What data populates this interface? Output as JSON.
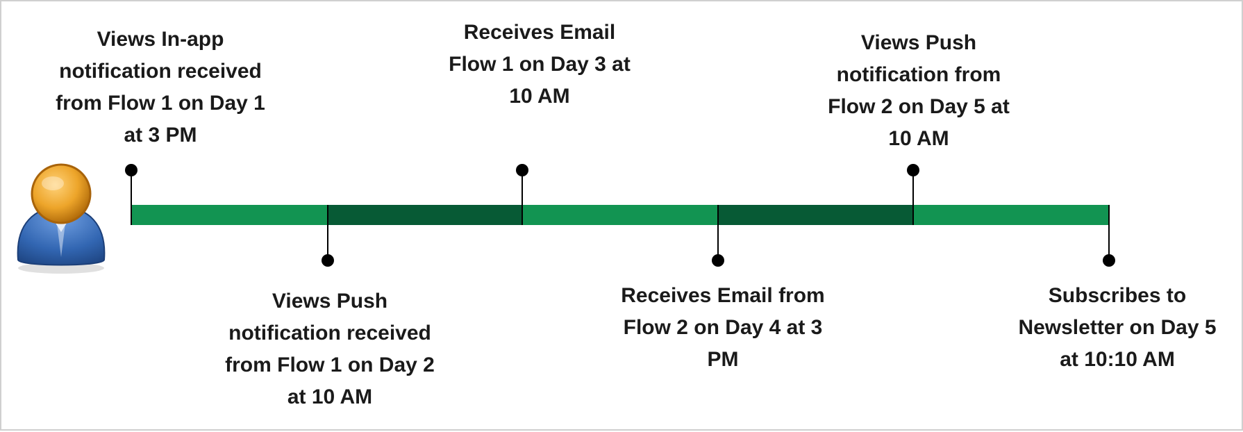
{
  "events": [
    {
      "id": "e1",
      "label": "Views In-app\nnotification received\nfrom Flow 1 on Day 1\nat 3 PM"
    },
    {
      "id": "e2",
      "label": "Views Push\nnotification received\nfrom Flow 1 on Day 2\nat 10 AM"
    },
    {
      "id": "e3",
      "label": "Receives Email\nFlow 1 on Day 3 at\n10 AM"
    },
    {
      "id": "e4",
      "label": "Receives Email from\nFlow 2 on Day 4 at 3\nPM"
    },
    {
      "id": "e5",
      "label": "Views  Push\nnotification from\nFlow 2 on Day 5 at\n10 AM"
    },
    {
      "id": "e6",
      "label": "Subscribes to\nNewsletter on Day 5\nat 10:10 AM"
    }
  ],
  "colors": {
    "bar_light": "#129452",
    "bar_dark": "#075a35",
    "marker": "#000000",
    "user_head": "#e0961a",
    "user_body": "#2f62ad"
  },
  "icons": {
    "user": "user-avatar-icon"
  }
}
